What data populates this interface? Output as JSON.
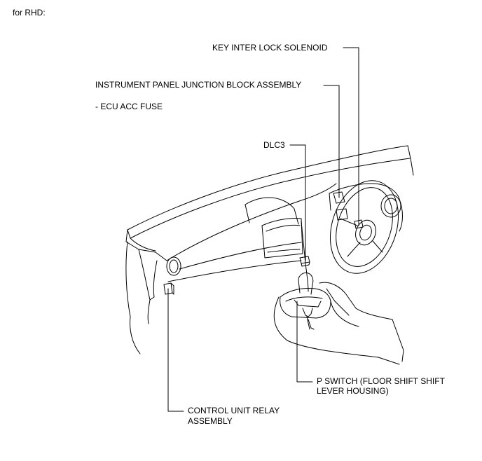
{
  "heading": "for RHD:",
  "labels": {
    "key_interlock": "KEY INTER LOCK SOLENOID",
    "ip_junction_block": "INSTRUMENT PANEL JUNCTION BLOCK ASSEMBLY",
    "ecu_acc_fuse": "- ECU ACC FUSE",
    "dlc3": "DLC3",
    "p_switch_line1": "P SWITCH (FLOOR SHIFT SHIFT",
    "p_switch_line2": "LEVER HOUSING)",
    "control_relay_line1": "CONTROL UNIT RELAY",
    "control_relay_line2": "ASSEMBLY"
  },
  "colors": {
    "ink": "#000000",
    "background": "#ffffff"
  }
}
